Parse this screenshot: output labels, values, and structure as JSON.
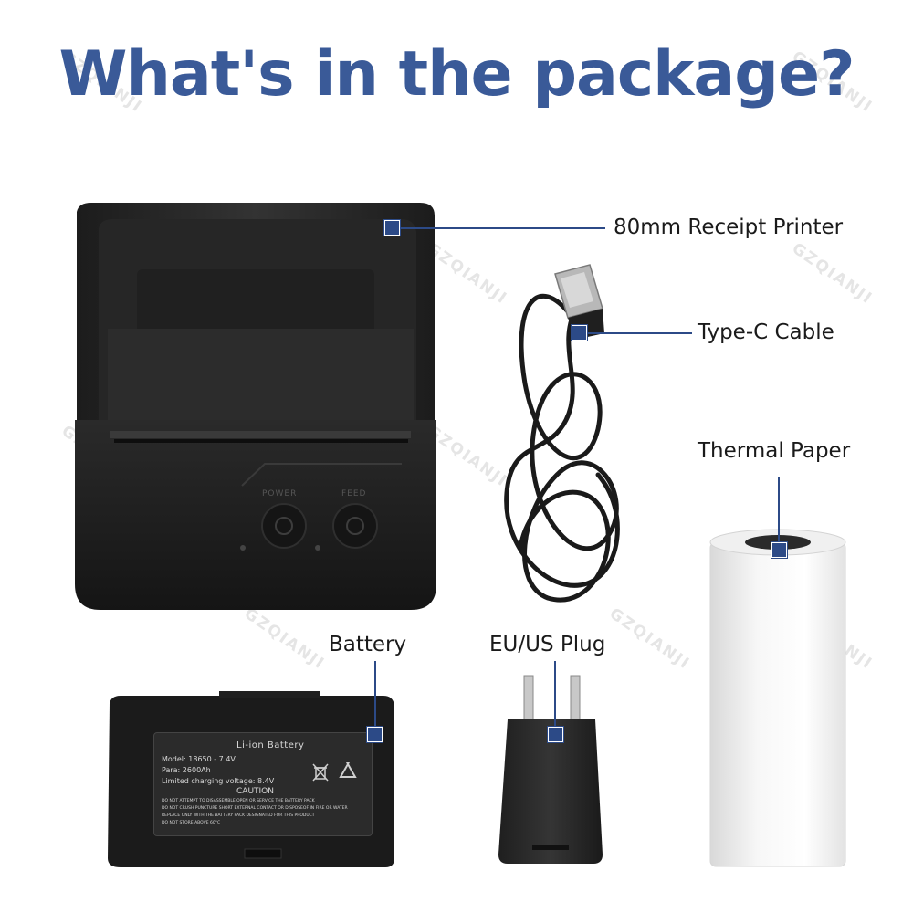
{
  "title": "What's in the package?",
  "watermark": "GZQIANJI",
  "colors": {
    "title": "#3a5a98",
    "marker": "#2c4a87",
    "background": "#ffffff"
  },
  "items": {
    "printer": {
      "label": "80mm Receipt Printer",
      "power_label": "POWER",
      "feed_label": "FEED"
    },
    "cable": {
      "label": "Type-C Cable"
    },
    "paper": {
      "label": "Thermal Paper"
    },
    "battery": {
      "label": "Battery",
      "sticker_title": "Li-ion Battery",
      "model": "Model: 18650 - 7.4V",
      "para": "Para: 2600Ah",
      "limited": "Limited charging voltage: 8.4V",
      "caution": "CAUTION",
      "warnings": [
        "DO NOT ATTEMPT TO DISASSEMBLE OPEN OR SERVICE THE BATTERY PACK",
        "DO NOT CRUSH PUNCTURE SHORT EXTERNAL CONTACT OR DISPOSEOF IN FIRE OR WATER",
        "REPLACE ONLY WITH THE BATTERY PACK DESIGNATED FOR THIS PRODUCT",
        "DO NOT STORE ABOVE 60°C"
      ]
    },
    "plug": {
      "label": "EU/US Plug"
    }
  }
}
